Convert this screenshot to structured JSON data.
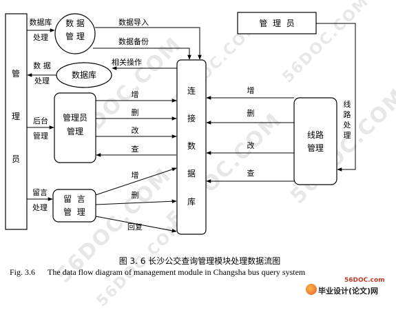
{
  "watermark_text": "56DOC.COM",
  "nodes": {
    "admin_left": [
      "管",
      "理",
      "员"
    ],
    "data_mgmt": [
      "数 据",
      "管 理"
    ],
    "database": "数据库",
    "admin_mgmt": [
      "管理员",
      "管理"
    ],
    "message_mgmt": [
      "留  言",
      "管  理"
    ],
    "admin_top": "管  理  员",
    "line_mgmt": [
      "线路",
      "管理"
    ],
    "connect_db": [
      "连",
      "接",
      "数",
      "据",
      "库"
    ]
  },
  "labels": {
    "db_processing": [
      "数据库",
      "处理"
    ],
    "data_processing": [
      "数 据",
      "处理"
    ],
    "backstage_mgmt": [
      "后台",
      "管理"
    ],
    "message_processing": [
      "留言",
      "处理"
    ],
    "data_import": "数据导入",
    "data_backup": "数据备份",
    "related_ops": "相关操作",
    "admin_add": "增",
    "admin_delete": "删",
    "admin_edit": "改",
    "admin_query": "查",
    "msg_add": "增",
    "msg_delete": "删",
    "msg_reply": "回复",
    "line_add": "增",
    "line_delete": "删",
    "line_edit": "改",
    "line_query": "查",
    "line_processing": [
      "线",
      "路",
      "处",
      "理"
    ]
  },
  "caption": {
    "cn": "图 3. 6  长沙公交查询管理模块处理数据流图",
    "en_fig": "Fig. 3.6",
    "en_text": "The data flow diagram of management module in Changsha bus query system"
  },
  "logo": {
    "site": "56DOC.com",
    "brand": "毕业设计(论文)网"
  }
}
